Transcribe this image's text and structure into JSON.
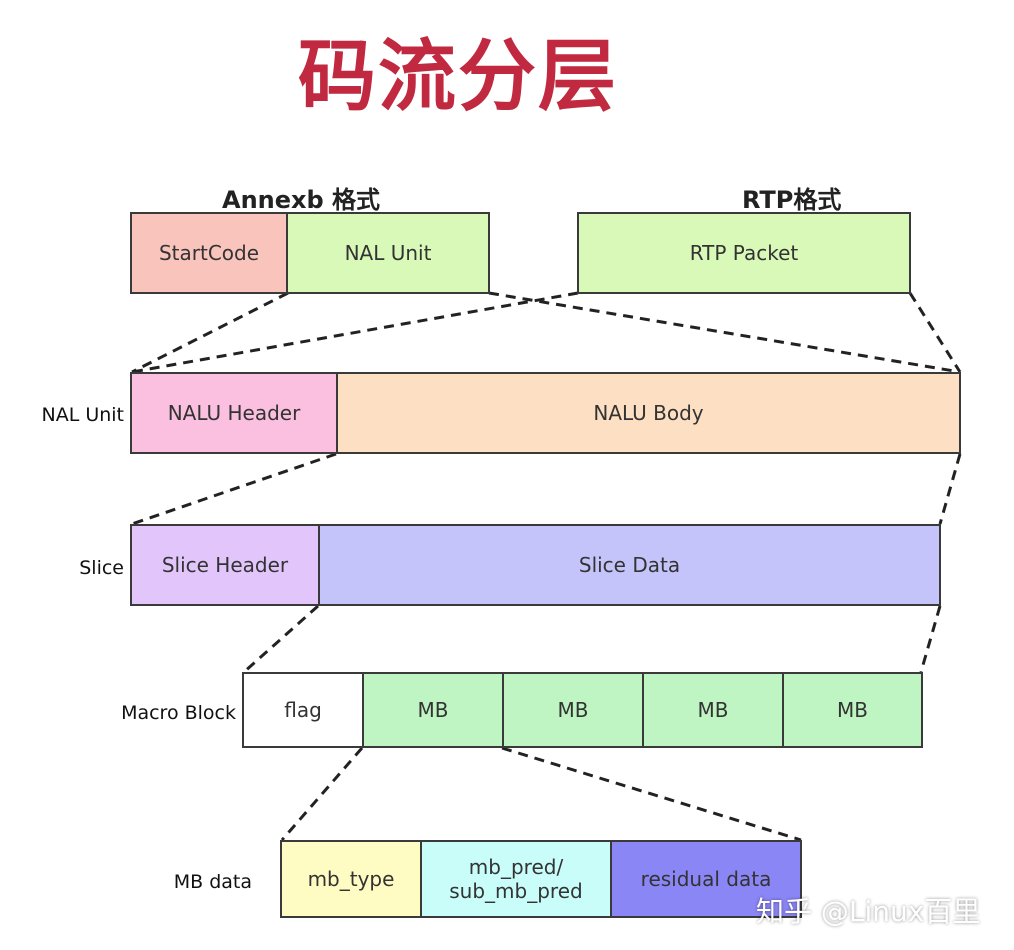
{
  "title": "码流分层",
  "annexb_label": "Annexb 格式",
  "rtp_label": "RTP格式",
  "top_row": {
    "startcode": "StartCode",
    "nal_unit": "NAL Unit",
    "rtp_packet": "RTP Packet"
  },
  "rows": {
    "nal_unit": {
      "label": "NAL Unit",
      "header": "NALU Header",
      "body": "NALU Body"
    },
    "slice": {
      "label": "Slice",
      "header": "Slice Header",
      "data": "Slice Data"
    },
    "macro_block": {
      "label": "Macro Block",
      "flag": "flag",
      "mb": [
        "MB",
        "MB",
        "MB",
        "MB"
      ]
    },
    "mb_data": {
      "label": "MB data",
      "mb_type": "mb_type",
      "mb_pred_line1": "mb_pred/",
      "mb_pred_line2": "sub_mb_pred",
      "residual": "residual data"
    }
  },
  "colors": {
    "title": "#c0293f",
    "startcode": "#f8c4bc",
    "green": "#d9f9b8",
    "nalu_header": "#fbc0df",
    "nalu_body": "#fde0c4",
    "slice_header": "#e2c6fb",
    "slice_data": "#c5c4fa",
    "flag": "#ffffff",
    "mb": "#bff5c2",
    "mb_type": "#fefcc3",
    "mb_pred": "#c8fdfa",
    "residual": "#8b86f5"
  },
  "watermark": "知乎 @Linux百里"
}
